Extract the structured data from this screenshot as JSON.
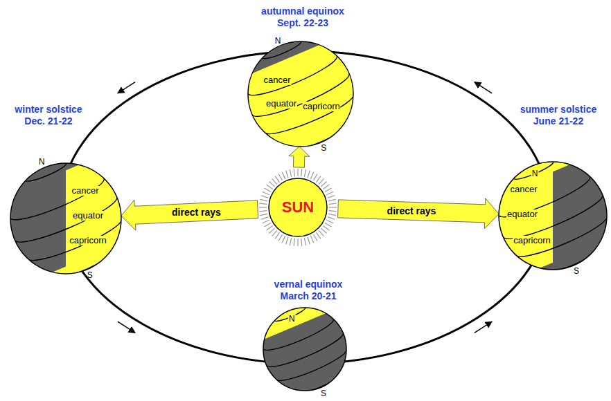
{
  "diagram": {
    "nodes": [
      {
        "text": [
          "autumnal equinox Sept. 22-23",
          "N",
          "cancer",
          "equator",
          "capricorn",
          "S"
        ]
      },
      {
        "text": [
          "winter solstice Dec. 21-22",
          "N",
          "cancer",
          "equator",
          "capricorn",
          "S"
        ]
      },
      {
        "text": [
          "SUN"
        ]
      },
      {
        "text": [
          "summer solstice June 21-22",
          "N",
          "cancer",
          "equator",
          "capricorn",
          "S"
        ]
      },
      {
        "text": [
          "vernal equinox March 20-21",
          "N",
          "S"
        ]
      }
    ],
    "edges": [
      {
        "from": 2,
        "to": 0,
        "arrow": "to"
      },
      {
        "from": 2,
        "to": 1,
        "label": "direct rays",
        "arrow": "to"
      },
      {
        "from": 2,
        "to": 3,
        "label": "direct rays",
        "arrow": "to"
      }
    ]
  }
}
